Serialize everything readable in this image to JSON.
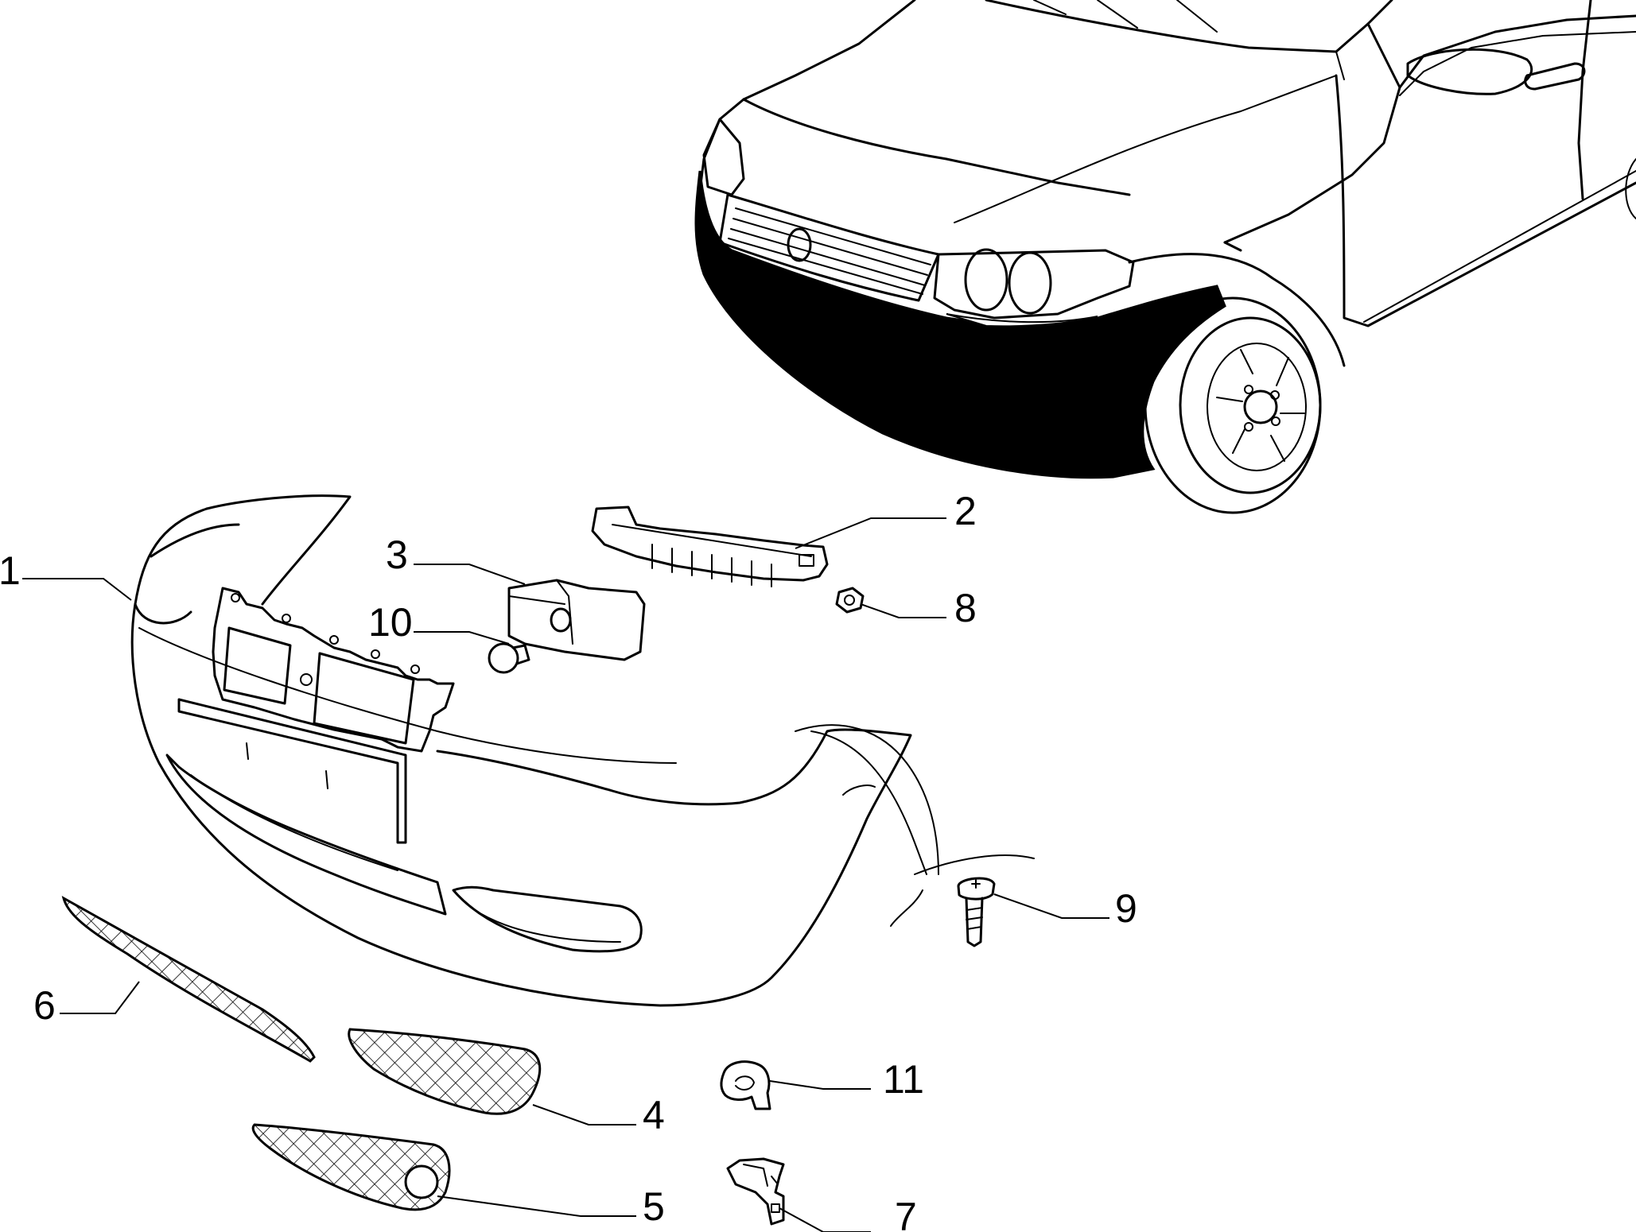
{
  "diagram": {
    "callouts": [
      {
        "id": "c1",
        "label": "1"
      },
      {
        "id": "c2",
        "label": "2"
      },
      {
        "id": "c3",
        "label": "3"
      },
      {
        "id": "c4",
        "label": "4"
      },
      {
        "id": "c5",
        "label": "5"
      },
      {
        "id": "c6",
        "label": "6"
      },
      {
        "id": "c7",
        "label": "7"
      },
      {
        "id": "c8",
        "label": "8"
      },
      {
        "id": "c9",
        "label": "9"
      },
      {
        "id": "c10",
        "label": "10"
      },
      {
        "id": "c11",
        "label": "11"
      }
    ],
    "colors": {
      "line": "#000000",
      "background": "#ffffff",
      "highlight_fill": "#000000"
    }
  }
}
